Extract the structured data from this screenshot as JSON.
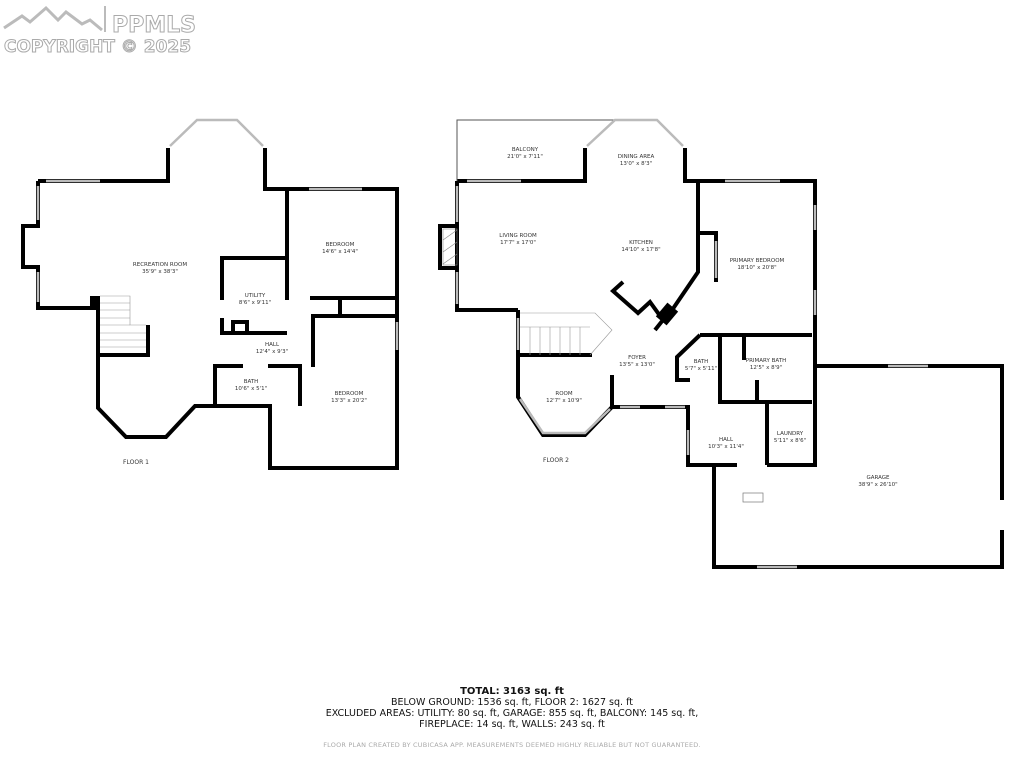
{
  "watermark": {
    "brand": "PPMLS",
    "copyright": "COPYRIGHT © 2025"
  },
  "floor1": {
    "label": "FLOOR 1",
    "rooms": [
      {
        "name": "RECREATION ROOM",
        "size": "35'9\" x 38'3\""
      },
      {
        "name": "BEDROOM",
        "size": "14'6\" x 14'4\""
      },
      {
        "name": "UTILITY",
        "size": "8'6\" x 9'11\""
      },
      {
        "name": "HALL",
        "size": "12'4\" x 9'3\""
      },
      {
        "name": "BATH",
        "size": "10'6\" x 5'1\""
      },
      {
        "name": "BEDROOM",
        "size": "13'3\" x 20'2\""
      }
    ]
  },
  "floor2": {
    "label": "FLOOR 2",
    "rooms": [
      {
        "name": "BALCONY",
        "size": "21'0\" x 7'11\""
      },
      {
        "name": "DINING AREA",
        "size": "13'0\" x 8'3\""
      },
      {
        "name": "LIVING ROOM",
        "size": "17'7\" x 17'0\""
      },
      {
        "name": "KITCHEN",
        "size": "14'10\" x 17'8\""
      },
      {
        "name": "PRIMARY BEDROOM",
        "size": "18'10\" x 20'8\""
      },
      {
        "name": "FOYER",
        "size": "13'5\" x 13'0\""
      },
      {
        "name": "BATH",
        "size": "5'7\" x 5'11\""
      },
      {
        "name": "PRIMARY BATH",
        "size": "12'5\" x 8'9\""
      },
      {
        "name": "ROOM",
        "size": "12'7\" x 10'9\""
      },
      {
        "name": "HALL",
        "size": "10'3\" x 11'4\""
      },
      {
        "name": "LAUNDRY",
        "size": "5'11\" x 8'6\""
      },
      {
        "name": "GARAGE",
        "size": "38'9\" x 26'10\""
      }
    ]
  },
  "summary": {
    "total": "TOTAL: 3163 sq. ft",
    "line1": "BELOW GROUND: 1536 sq. ft, FLOOR 2: 1627 sq. ft",
    "line2": "EXCLUDED AREAS: UTILITY: 80 sq. ft, GARAGE: 855 sq. ft, BALCONY: 145 sq. ft,",
    "line3": "FIREPLACE: 14 sq. ft, WALLS: 243 sq. ft"
  },
  "disclaimer": "FLOOR PLAN CREATED BY CUBICASA APP. MEASUREMENTS DEEMED HIGHLY RELIABLE BUT NOT GUARANTEED.",
  "colors": {
    "wall": "#000000",
    "window": "#cccccc",
    "watermark": "#bbbbbb"
  }
}
